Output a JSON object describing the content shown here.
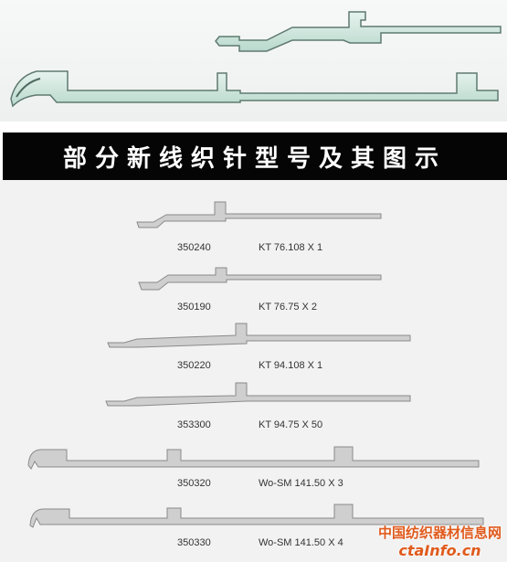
{
  "banner": {
    "title": "部分新线织针型号及其图示"
  },
  "needles": [
    {
      "code": "350240",
      "model": "KT 76.108 X 1"
    },
    {
      "code": "350190",
      "model": "KT 76.75 X 2"
    },
    {
      "code": "350220",
      "model": "KT 94.108 X 1"
    },
    {
      "code": "353300",
      "model": "KT 94.75 X 50"
    },
    {
      "code": "350320",
      "model": "Wo-SM 141.50 X 3"
    },
    {
      "code": "350330",
      "model": "Wo-SM 141.50 X 4"
    }
  ],
  "watermark": {
    "site_name": "中国纺织器材信息网",
    "url": "ctaInfo.cn"
  },
  "colors": {
    "needle_fill": "#cfcfcf",
    "needle_stroke": "#8a8a8a",
    "hero_fill": "#cfe7df",
    "banner_bg": "#050505",
    "watermark": "#e05a1c"
  }
}
